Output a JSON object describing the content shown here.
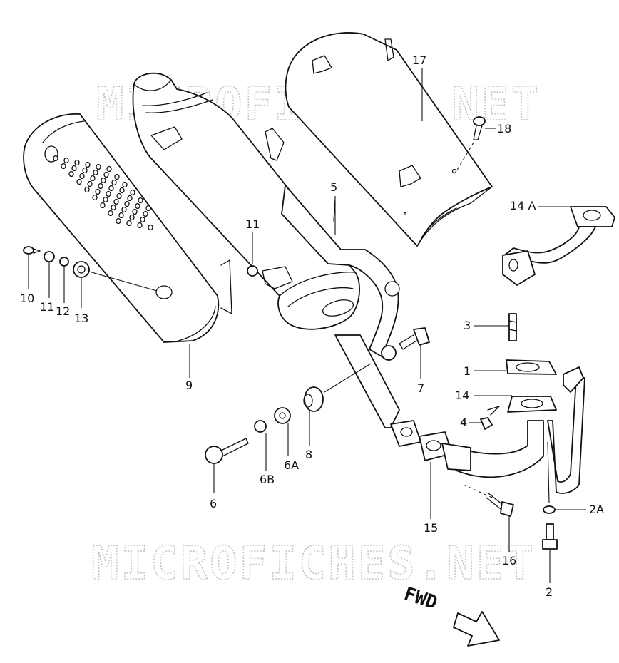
{
  "watermark": {
    "text": "MICROFICHES.NET"
  },
  "direction_label": "FWD",
  "callouts": {
    "c1": "1",
    "c2": "2",
    "c2a": "2A",
    "c3": "3",
    "c4": "4",
    "c5": "5",
    "c6": "6",
    "c6a": "6A",
    "c6b": "6B",
    "c7": "7",
    "c8": "8",
    "c9": "9",
    "c10": "10",
    "c11a": "11",
    "c11b": "11",
    "c12": "12",
    "c13": "13",
    "c14": "14",
    "c14a": "14 A",
    "c15": "15",
    "c16": "16",
    "c17": "17",
    "c18": "18"
  }
}
